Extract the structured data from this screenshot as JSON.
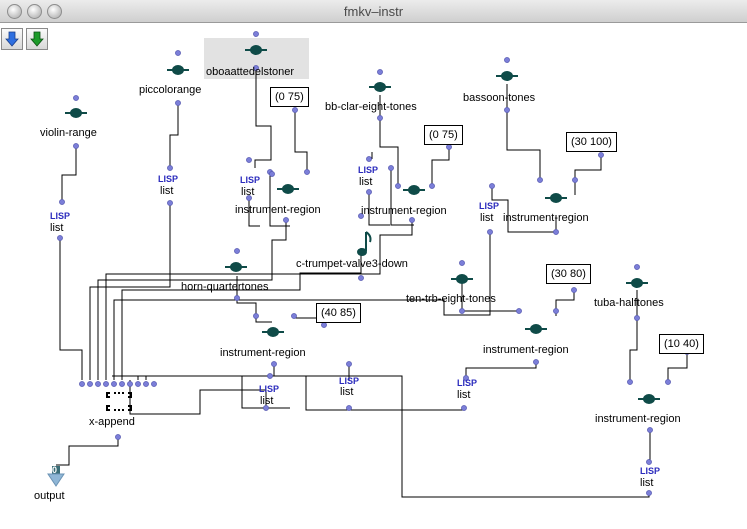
{
  "window": {
    "title": "fmkv–instr"
  },
  "toolbar": {
    "down_blue_icon": "arrow-down-blue",
    "down_green_icon": "arrow-down-green"
  },
  "instruments": {
    "violin": "violin-range",
    "piccolo": "piccolorange",
    "oboe": "oboaattedelstoner",
    "clarinet": "bb-clar-eight-tones",
    "bassoon": "bassoon-tones",
    "trumpet": "c-trumpet-valve3-down",
    "horn": "horn-quartertones",
    "trombone": "ten-trb-eight-tones",
    "tuba": "tuba-halftones"
  },
  "ranges": {
    "oboe": "(0 75)",
    "clarinet": "(0 75)",
    "bassoon": "(30 100)",
    "horn": "(40 85)",
    "trombone": "(30 80)",
    "tuba": "(10 40)"
  },
  "labels": {
    "instrument_region": "instrument-region",
    "lisp": "LISP",
    "list": "list",
    "x_append": "x-append",
    "output": "output",
    "output_index": "0"
  }
}
